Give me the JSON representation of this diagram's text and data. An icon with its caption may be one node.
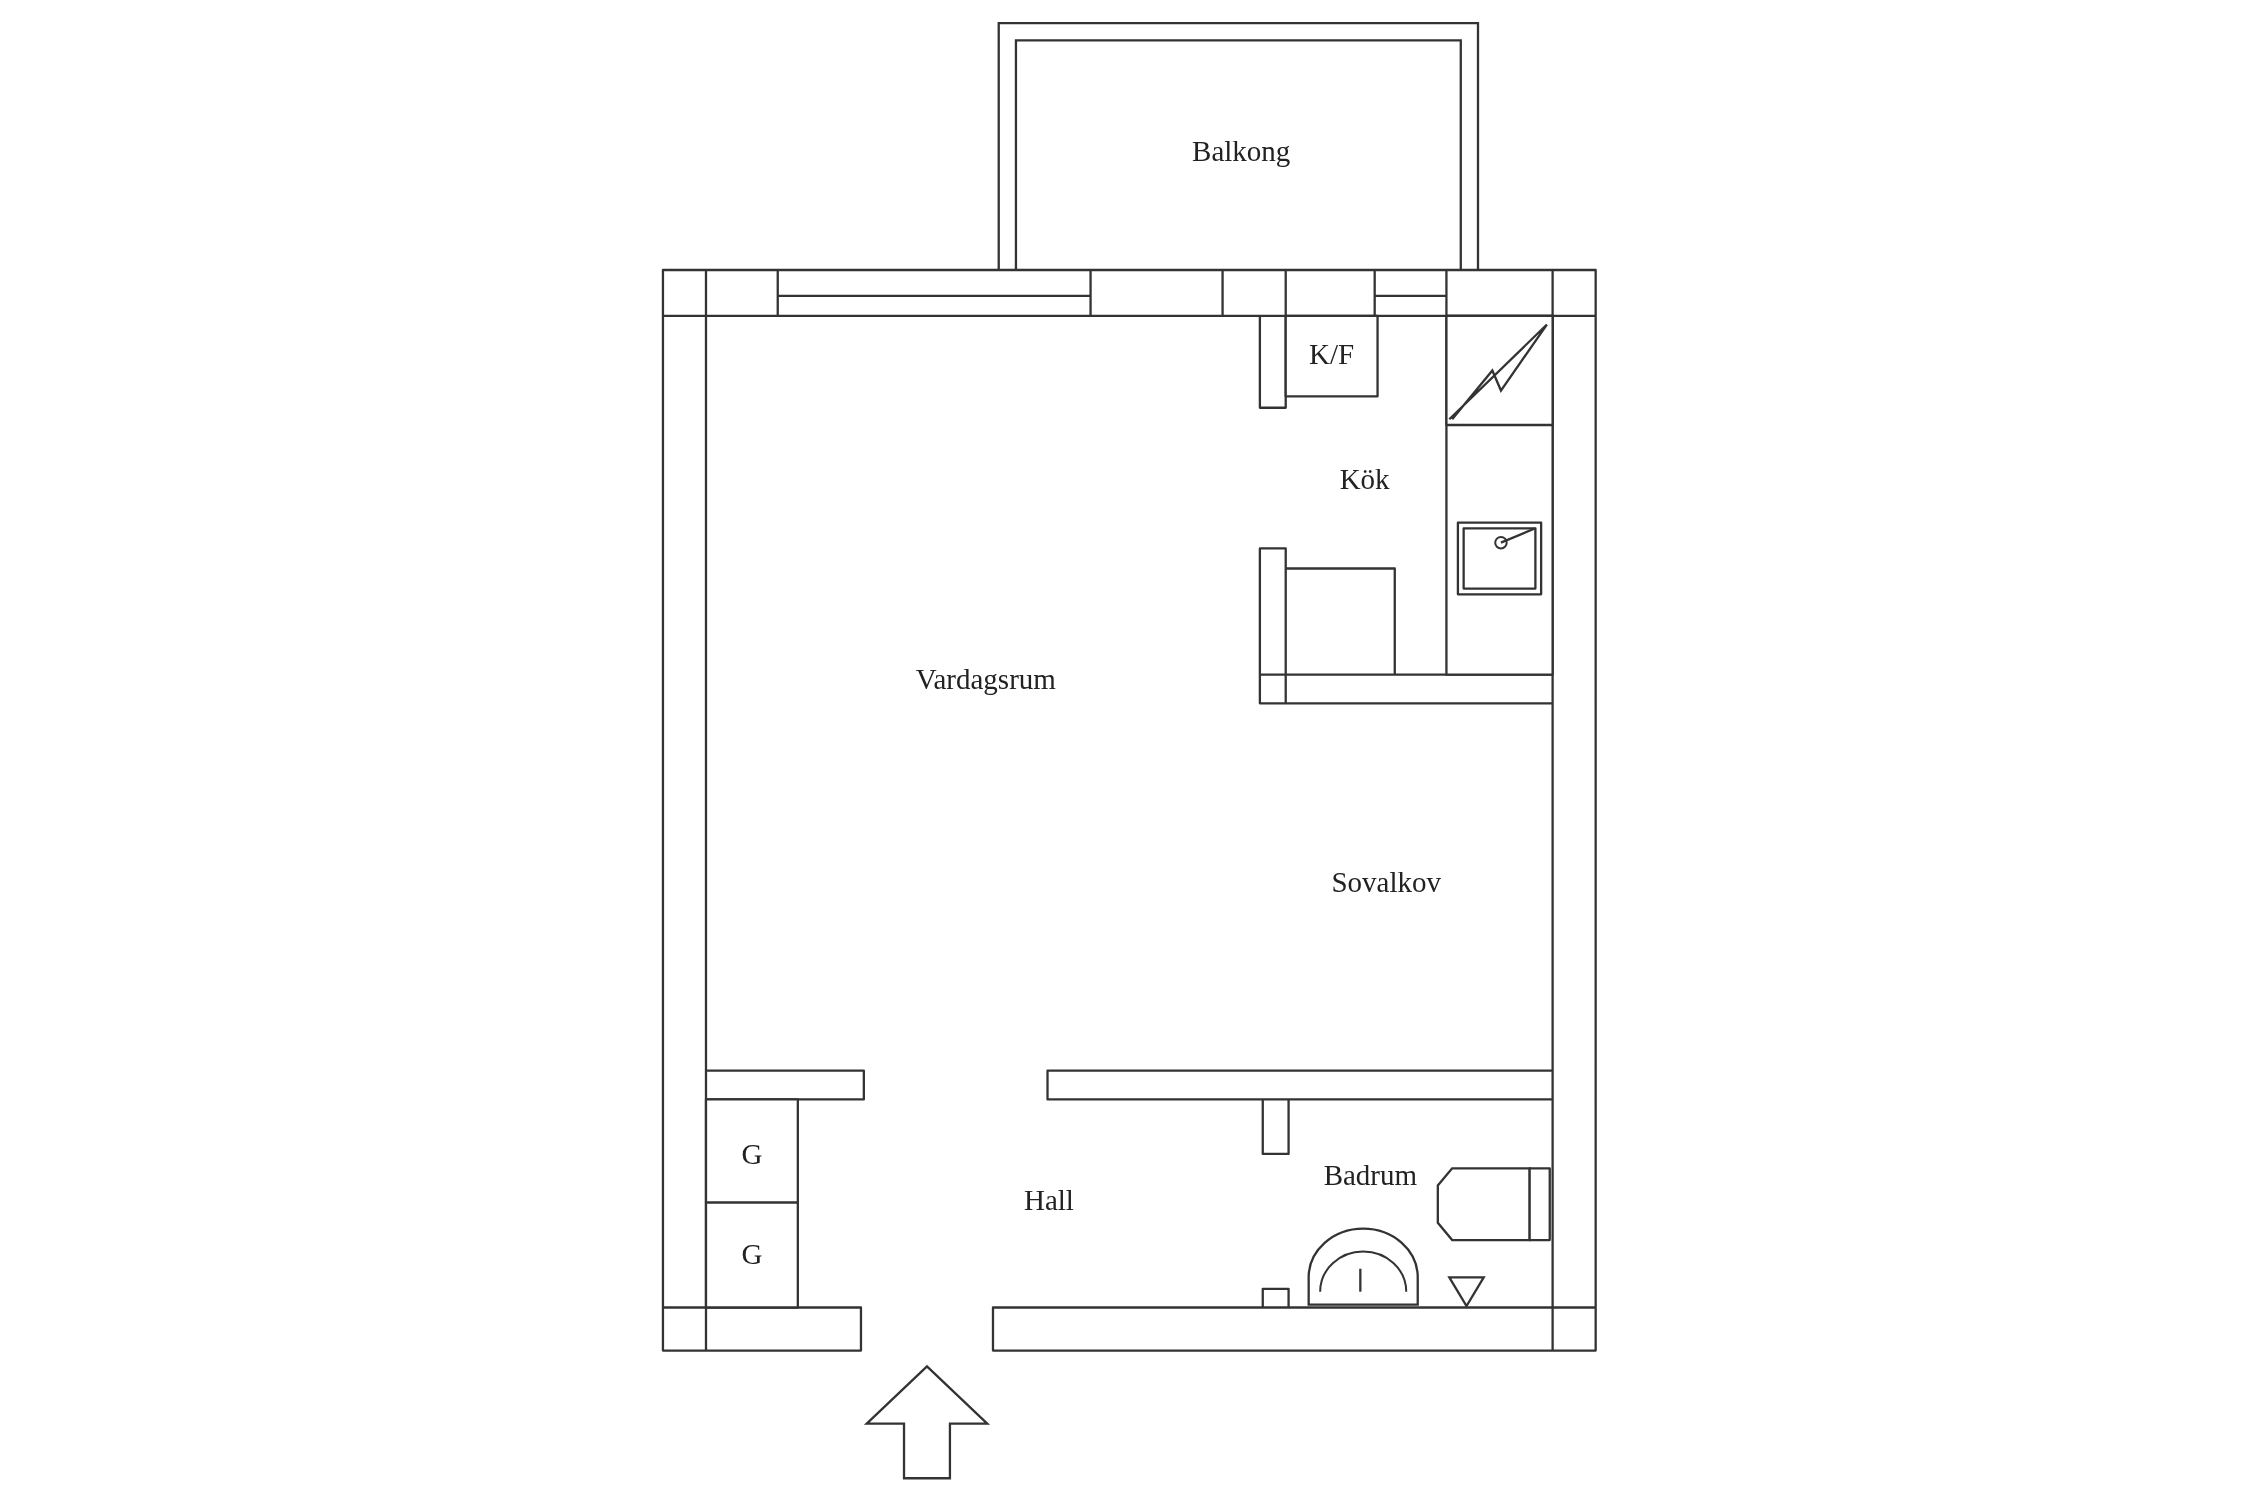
{
  "diagram": {
    "labels": [
      "Balkong",
      "K/F",
      "Kök",
      "Vardagsrum",
      "Sovalkov",
      "G",
      "Badrum",
      "Hall",
      "G"
    ]
  }
}
